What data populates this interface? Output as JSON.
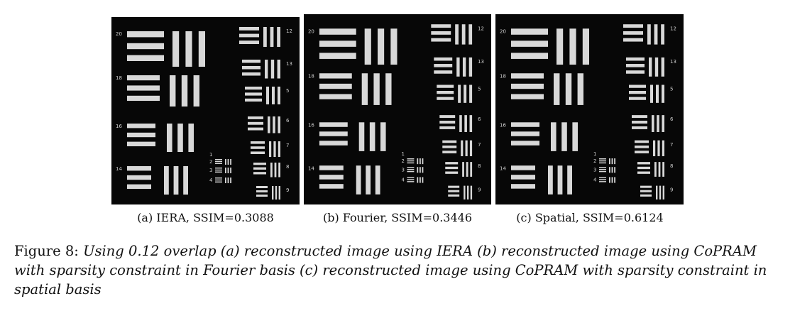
{
  "panels": [
    {
      "caption": "(a) IERA, SSIM=0.3088",
      "numbers": [
        "20",
        "12",
        "13",
        "18",
        "5",
        "16",
        "6",
        "7",
        "14",
        "8",
        "9",
        "1",
        "2",
        "3",
        "4"
      ]
    },
    {
      "caption": "(b) Fourier, SSIM=0.3446",
      "numbers": [
        "20",
        "12",
        "13",
        "18",
        "5",
        "16",
        "6",
        "7",
        "14",
        "8",
        "9",
        "1",
        "2",
        "3",
        "4"
      ]
    },
    {
      "caption": "(c) Spatial, SSIM=0.6124",
      "numbers": [
        "20",
        "12",
        "13",
        "18",
        "5",
        "16",
        "6",
        "7",
        "14",
        "8",
        "9",
        "1",
        "2",
        "3",
        "4"
      ]
    }
  ],
  "figure_caption": {
    "label": "Figure 8:",
    "text": "Using 0.12 overlap (a) reconstructed image using IERA (b) reconstructed image using CoPRAM with sparsity constraint in Fourier basis (c) reconstructed image using CoPRAM with sparsity constraint in spatial basis"
  }
}
